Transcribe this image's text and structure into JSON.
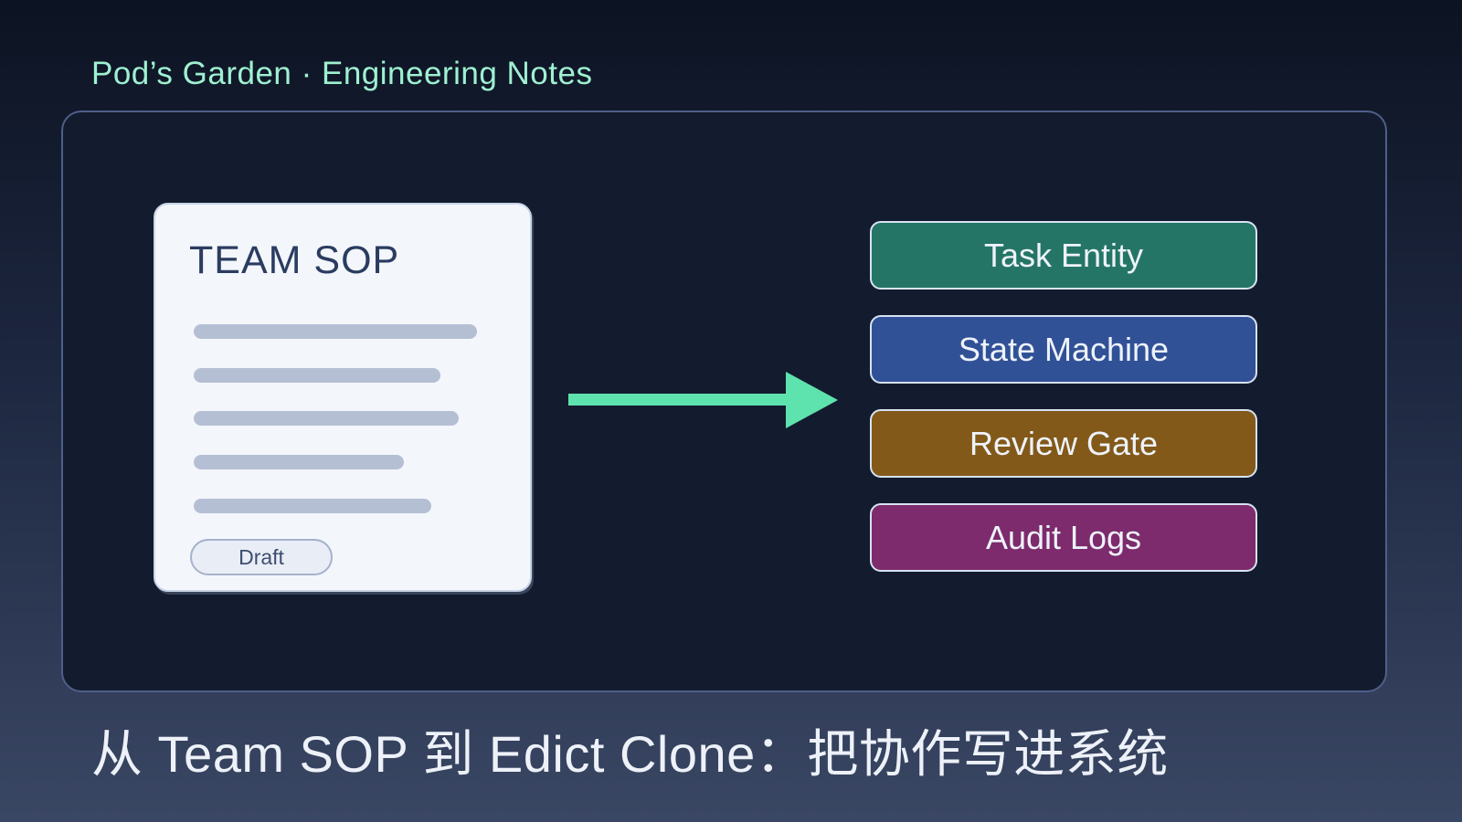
{
  "header": {
    "title": "Pod’s Garden · Engineering Notes"
  },
  "colors": {
    "accent_mint": "#9ff0d1",
    "arrow": "#5fe3ae",
    "panel_background": "#131c2e",
    "card_background": "#f3f6fb"
  },
  "document_card": {
    "title": "TEAM SOP",
    "badge": "Draft",
    "skeleton_line_widths": [
      "310px",
      "270px",
      "290px",
      "230px",
      "260px"
    ]
  },
  "modules": [
    {
      "label": "Task Entity",
      "color": "#257566"
    },
    {
      "label": "State Machine",
      "color": "#315197"
    },
    {
      "label": "Review Gate",
      "color": "#83591a"
    },
    {
      "label": "Audit Logs",
      "color": "#7d2b6c"
    }
  ],
  "headline": {
    "text": "从 Team SOP 到 Edict Clone：把协作写进系统"
  }
}
